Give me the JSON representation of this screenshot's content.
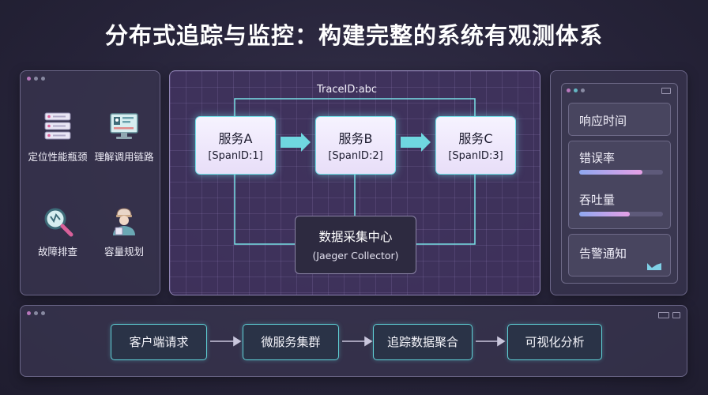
{
  "title": "分布式追踪与监控：构建完整的系统有观测体系",
  "features": [
    {
      "label": "定位性能瓶颈",
      "icon": "server-stack-icon"
    },
    {
      "label": "理解调用链路",
      "icon": "monitor-dashboard-icon"
    },
    {
      "label": "故障排查",
      "icon": "magnifier-icon"
    },
    {
      "label": "容量规划",
      "icon": "engineer-icon"
    }
  ],
  "trace": {
    "trace_id": "TraceID:abc",
    "services": [
      {
        "name": "服务A",
        "span": "[SpanID:1]"
      },
      {
        "name": "服务B",
        "span": "[SpanID:2]"
      },
      {
        "name": "服务C",
        "span": "[SpanID:3]"
      }
    ],
    "collector": {
      "name": "数据采集中心",
      "sub": "(Jaeger Collector)"
    }
  },
  "metrics": {
    "response_time": "响应时间",
    "error_rate": {
      "label": "错误率",
      "level": 0.75
    },
    "throughput": {
      "label": "吞吐量",
      "level": 0.6
    },
    "alert": "告警通知"
  },
  "pipeline": [
    "客户端请求",
    "微服务集群",
    "追踪数据聚合",
    "可视化分析"
  ],
  "colors": {
    "accent_cyan": "#6fd7e0",
    "accent_pink": "#e6a0e6",
    "background": "#27243a"
  }
}
